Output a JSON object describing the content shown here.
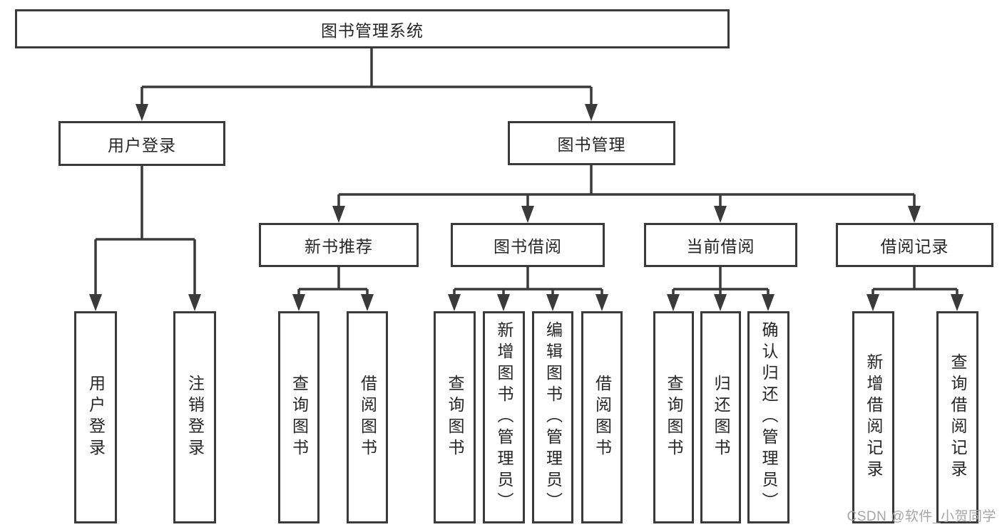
{
  "watermark": "CSDN @软件_小贺同学",
  "colors": {
    "line": "#3a3a3a",
    "box_border": "#3a3a3a",
    "text": "#262626",
    "watermark": "#a6a6a6",
    "background": "#ffffff"
  },
  "nodes": {
    "root": "图书管理系统",
    "level2": [
      "用户登录",
      "图书管理"
    ],
    "level3": [
      "新书推荐",
      "图书借阅",
      "当前借阅",
      "借阅记录"
    ],
    "leaves_user_login": [
      "用户登录",
      "注销登录"
    ],
    "leaves_new_book": [
      "查询图书",
      "借阅图书"
    ],
    "leaves_book_borrow": [
      "查询图书",
      "新增图书（管理员）",
      "编辑图书（管理员）",
      "借阅图书"
    ],
    "leaves_current_borrow": [
      "查询图书",
      "归还图书",
      "确认归还（管理员）"
    ],
    "leaves_borrow_records": [
      "新增借阅记录",
      "查询借阅记录"
    ]
  },
  "structure": {
    "图书管理系统": [
      "用户登录",
      "图书管理"
    ],
    "用户登录": [
      "用户登录",
      "注销登录"
    ],
    "图书管理": [
      "新书推荐",
      "图书借阅",
      "当前借阅",
      "借阅记录"
    ],
    "新书推荐": [
      "查询图书",
      "借阅图书"
    ],
    "图书借阅": [
      "查询图书",
      "新增图书（管理员）",
      "编辑图书（管理员）",
      "借阅图书"
    ],
    "当前借阅": [
      "查询图书",
      "归还图书",
      "确认归还（管理员）"
    ],
    "借阅记录": [
      "新增借阅记录",
      "查询借阅记录"
    ]
  }
}
